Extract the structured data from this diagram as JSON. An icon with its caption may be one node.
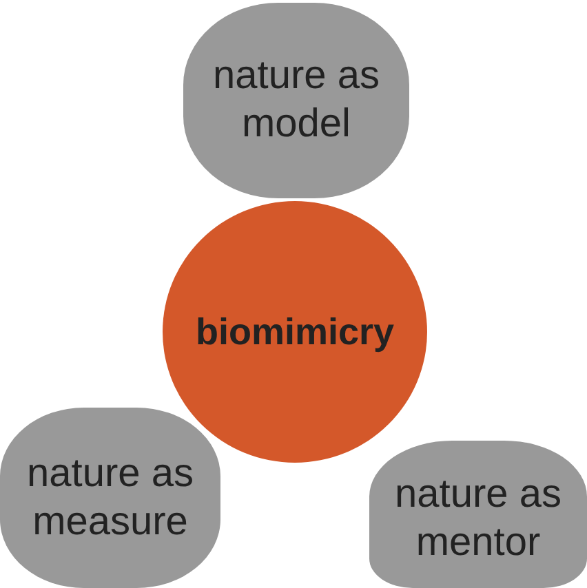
{
  "diagram": {
    "nodes": [
      {
        "text": [
          "nature as model"
        ]
      },
      {
        "text": [
          "biomimicry"
        ]
      },
      {
        "text": [
          "nature as measure"
        ]
      },
      {
        "text": [
          "nature as mentor"
        ]
      }
    ]
  }
}
